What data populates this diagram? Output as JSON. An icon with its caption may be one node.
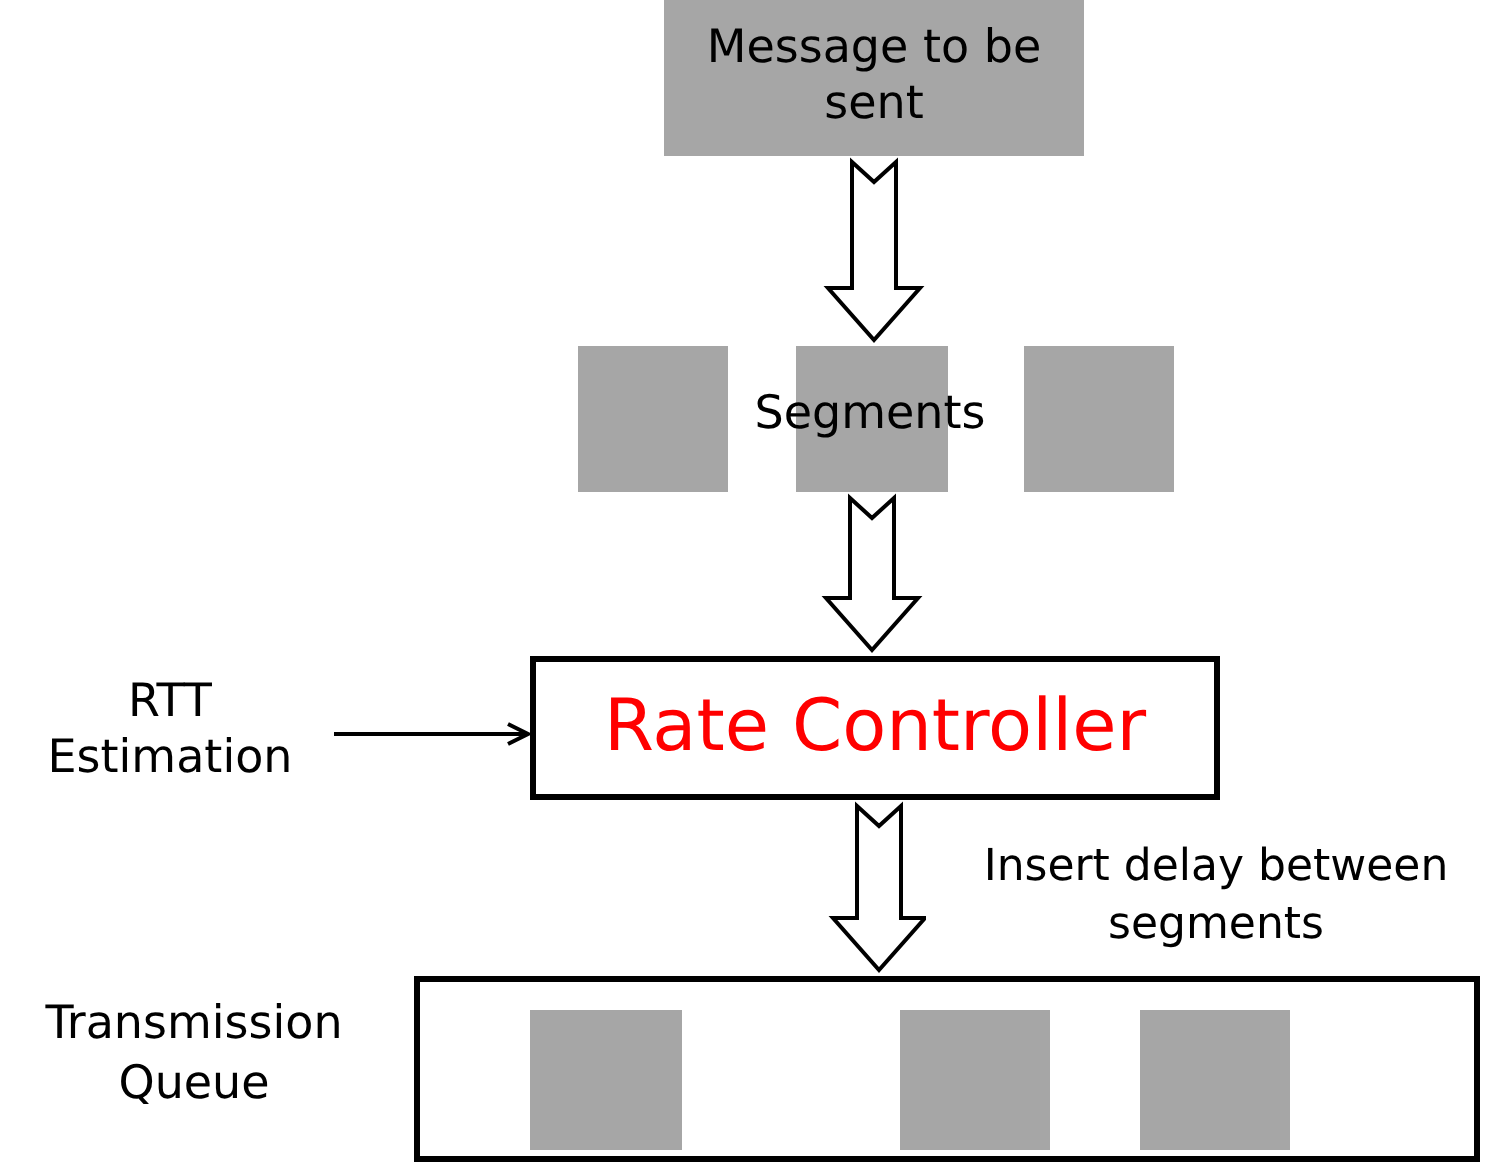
{
  "diagram": {
    "nodes": [
      {
        "text": [
          "Message to be sent"
        ]
      },
      {
        "text": [],
        "shape": "box"
      },
      {
        "text": [],
        "shape": "box"
      },
      {
        "text": [],
        "shape": "box"
      },
      {
        "text": [
          "RTT Estimation"
        ]
      },
      {
        "text": [
          "Rate Controller"
        ]
      },
      {
        "text": [],
        "shape": "box",
        "beside": [
          "Transmission Queue"
        ]
      },
      {
        "text": [],
        "shape": "box",
        "in": 6
      },
      {
        "text": [],
        "shape": "box",
        "in": 6
      },
      {
        "text": [],
        "shape": "box",
        "in": 6
      }
    ],
    "edges": [
      {
        "from": 0,
        "to": 2,
        "arrow": "to",
        "style": "thick"
      },
      {
        "from": 2,
        "to": 5,
        "arrow": "to",
        "style": "thick"
      },
      {
        "from": 4,
        "to": 5,
        "arrow": "to"
      },
      {
        "from": 5,
        "to": 6,
        "arrow": "to",
        "style": "thick",
        "label": "Insert delay between segments"
      }
    ],
    "labels": [
      "Segments"
    ]
  }
}
